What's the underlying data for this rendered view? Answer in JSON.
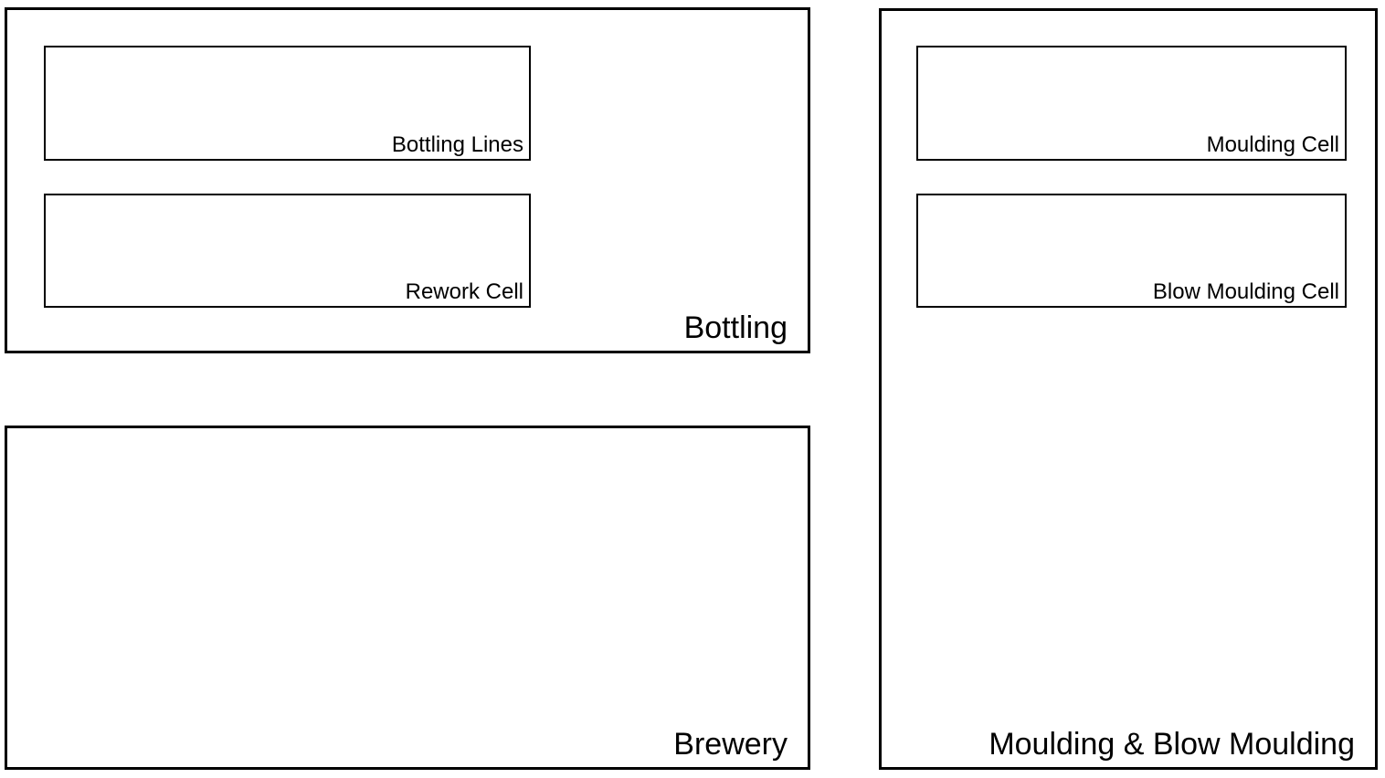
{
  "diagram": {
    "type": "block-layout",
    "background_color": "#ffffff",
    "line_color": "#000000",
    "areas": [
      {
        "id": "bottling",
        "title": "Bottling",
        "cells": [
          {
            "id": "bottling-lines",
            "title": "Bottling Lines"
          },
          {
            "id": "rework",
            "title": "Rework Cell"
          }
        ]
      },
      {
        "id": "brewery",
        "title": "Brewery",
        "cells": []
      },
      {
        "id": "moulding",
        "title": "Moulding & Blow Moulding",
        "cells": [
          {
            "id": "moulding-cell",
            "title": "Moulding Cell"
          },
          {
            "id": "blow-moulding-cell",
            "title": "Blow Moulding Cell"
          }
        ]
      }
    ]
  }
}
